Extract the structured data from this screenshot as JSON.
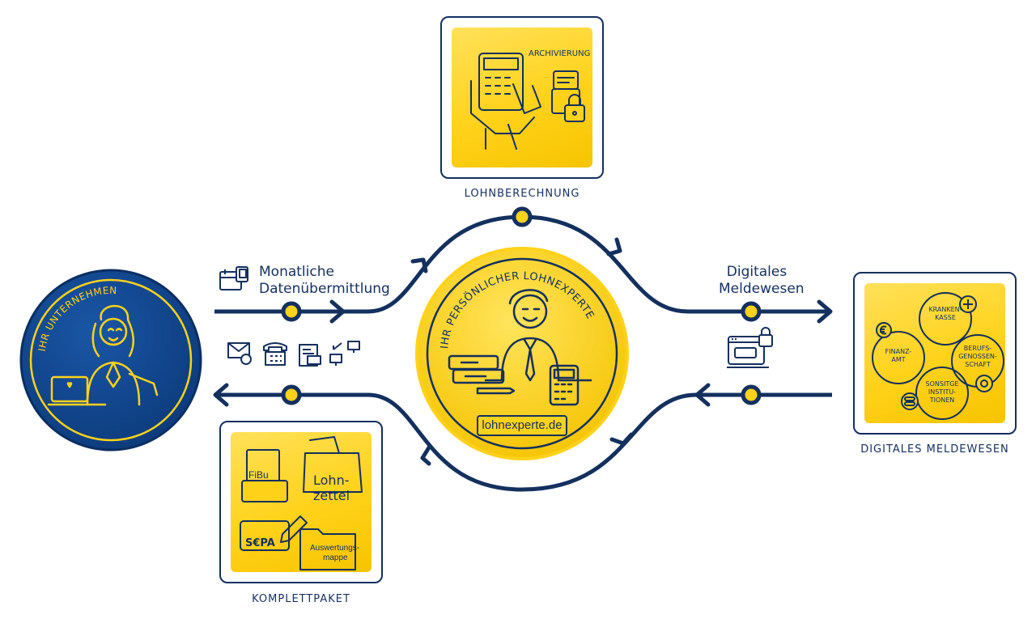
{
  "left_circle": {
    "arc_label": "IHR UNTERNEHMEN"
  },
  "center_circle": {
    "arc_label": "IHR PERSÖNLICHER LOHNEXPERTE",
    "badge": "lohnexperte.de"
  },
  "flows": {
    "incoming": "Monatliche Datenübermittlung",
    "outgoing": "Digitales Meldewesen"
  },
  "boxes": {
    "top": {
      "caption": "LOHNBERECHNUNG",
      "archive_label": "ARCHIVIERUNG"
    },
    "bottom": {
      "caption": "KOMPLETTPAKET",
      "fibu": "FiBu",
      "lohnzettel_1": "Lohn-",
      "lohnzettel_2": "zettel",
      "sepa": "S€PA",
      "mappe_1": "Auswertungs-",
      "mappe_2": "mappe"
    },
    "right": {
      "caption": "DIGITALES MELDEWESEN",
      "krankenkasse_1": "KRANKEN-",
      "krankenkasse_2": "KASSE",
      "finanzamt_1": "FINANZ-",
      "finanzamt_2": "AMT",
      "bg_1": "BERUFS-",
      "bg_2": "GENOSSEN-",
      "bg_3": "SCHAFT",
      "sonstige_1": "SONSITGE",
      "sonstige_2": "INSTITU-",
      "sonstige_3": "TIONEN"
    }
  },
  "colors": {
    "navy": "#13305e",
    "yellow": "#ffd21a",
    "blue_circle": "#10468f"
  }
}
